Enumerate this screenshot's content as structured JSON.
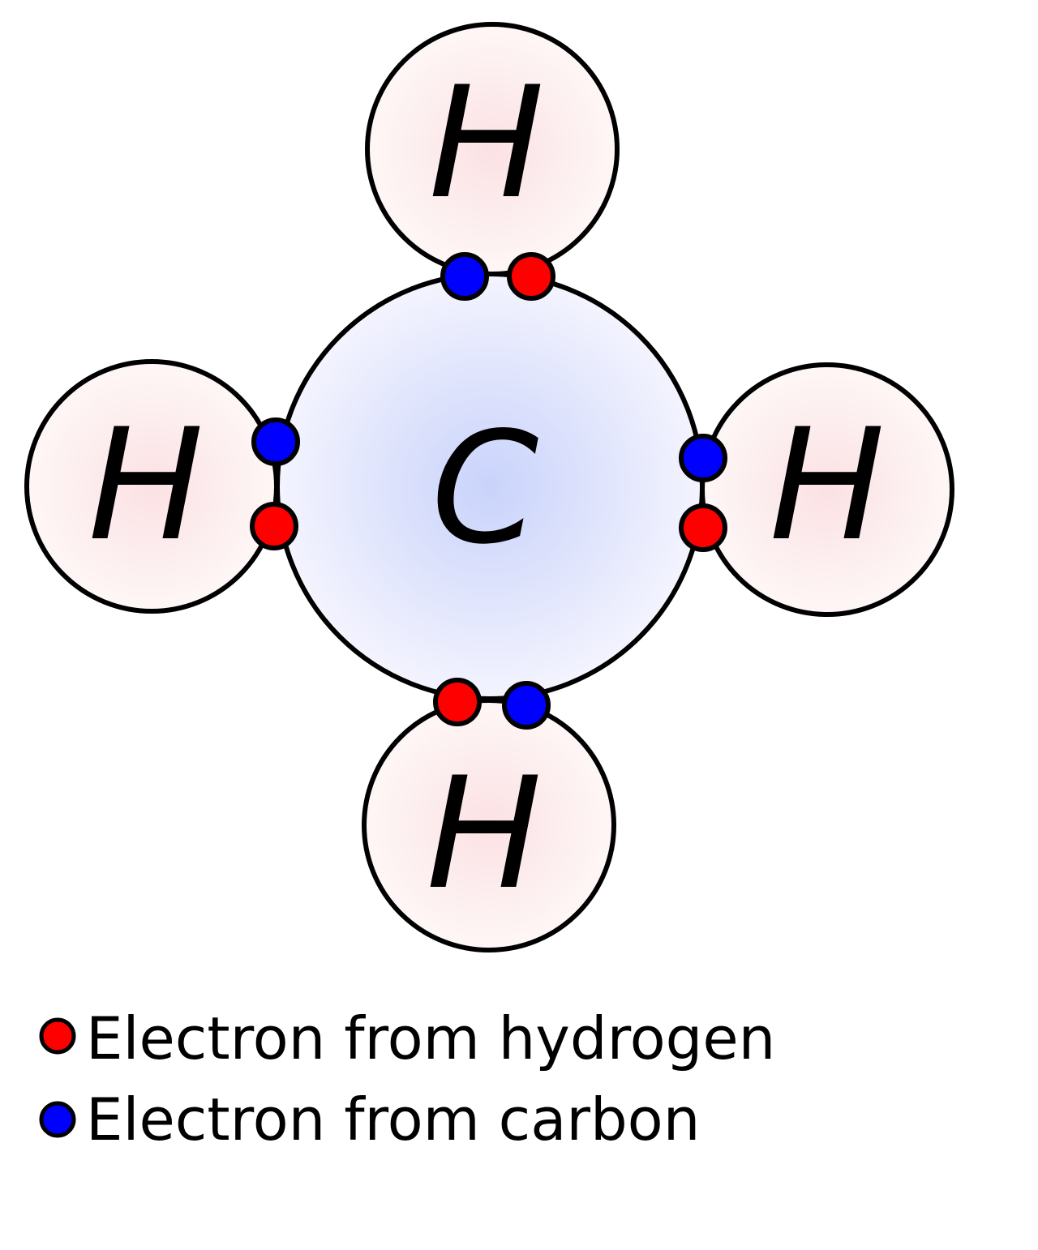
{
  "atoms": {
    "carbon": {
      "symbol": "C",
      "color": "#c9d3fb"
    },
    "hydrogen_top": {
      "symbol": "H",
      "color": "#fbe1e4"
    },
    "hydrogen_left": {
      "symbol": "H",
      "color": "#fbe1e4"
    },
    "hydrogen_right": {
      "symbol": "H",
      "color": "#fbe1e4"
    },
    "hydrogen_bottom": {
      "symbol": "H",
      "color": "#fbe1e4"
    }
  },
  "electron_colors": {
    "hydrogen": "#ff0000",
    "carbon": "#0000ff"
  },
  "legend": [
    {
      "label": "Electron from hydrogen",
      "color": "#ff0000"
    },
    {
      "label": "Electron from carbon",
      "color": "#0000ff"
    }
  ]
}
